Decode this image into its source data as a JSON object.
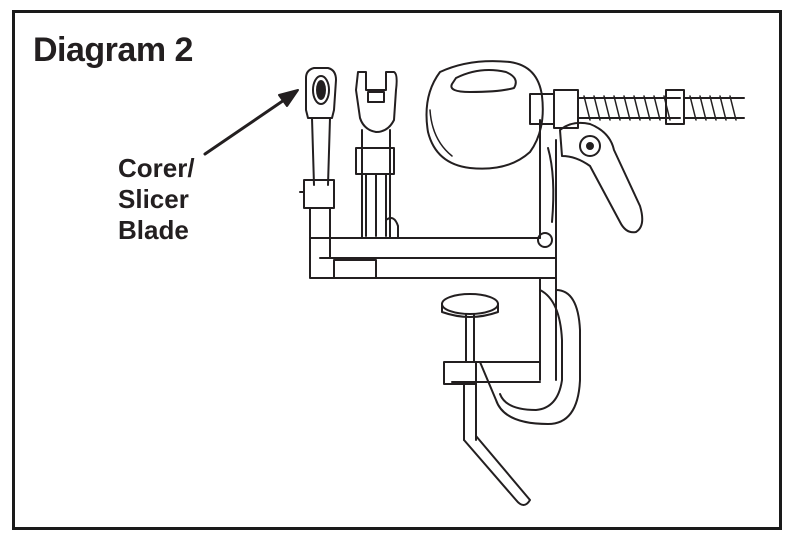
{
  "title": "Diagram 2",
  "callout": {
    "lines": [
      "Corer/",
      "Slicer",
      "Blade"
    ]
  },
  "colors": {
    "ink": "#231f20",
    "paper": "#ffffff"
  },
  "icons": {
    "callout_arrow": "arrow-icon",
    "apple": "apple-icon",
    "machine": "apple-peeler-corer-icon"
  }
}
